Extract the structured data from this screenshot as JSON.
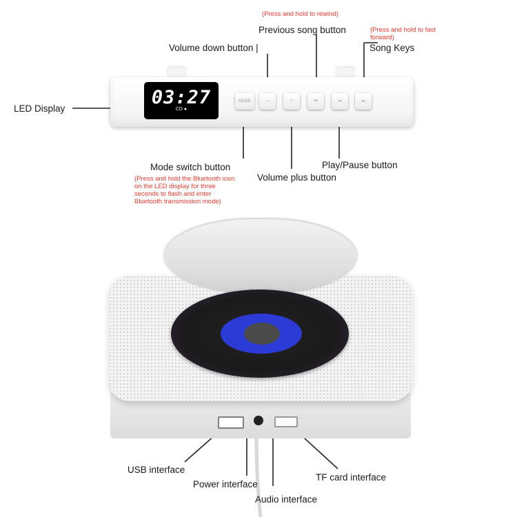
{
  "device": {
    "led_time": "03:27",
    "led_sub": "CD ●"
  },
  "labels": {
    "led_display": "LED Display",
    "volume_down": "Volume down button |",
    "previous_song": "Previous song button",
    "song_keys": "Song Keys",
    "mode_switch": "Mode switch button",
    "volume_plus": "Volume plus button",
    "play_pause": "Play/Pause button",
    "usb": "USB interface",
    "power": "Power interface",
    "audio": "Audio interface",
    "tf_card": "TF card interface"
  },
  "notes": {
    "rewind": "(Press and hold to rewind)",
    "fast_forward": "(Press and hold to fast forward)",
    "bluetooth": "(Press and hold the Bluetooth icon on the LED display for three seconds to flash and enter Bluetooth transmission mode)"
  },
  "keys": {
    "mode": "MODE"
  },
  "colors": {
    "note_red": "#e8392b",
    "disc_blue": "#2c3ad6",
    "led_bg": "#000000"
  }
}
